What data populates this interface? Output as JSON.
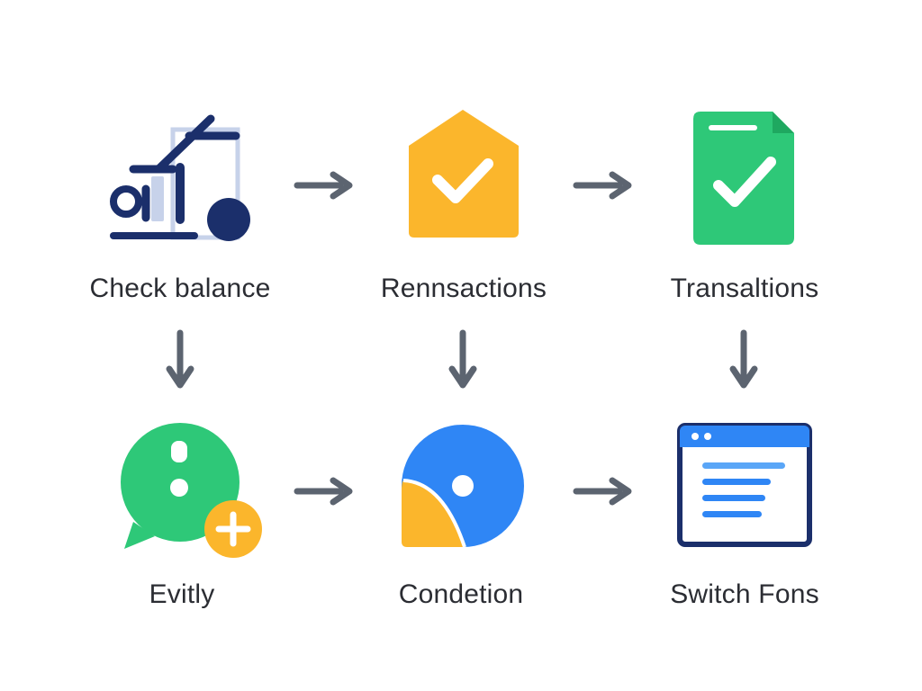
{
  "colors": {
    "navy": "#1b2f6b",
    "navy_light": "#c7d2ea",
    "amber": "#fbb62c",
    "green": "#2ec878",
    "blue": "#2f86f5",
    "arrow": "#5c6470",
    "label": "#2b2d33",
    "white": "#ffffff"
  },
  "diagram": {
    "nodes": [
      {
        "id": "check-balance",
        "label": "Check balance",
        "icon": "balance-chart-icon"
      },
      {
        "id": "rennsactions",
        "label": "Rennsactions",
        "icon": "envelope-check-icon"
      },
      {
        "id": "transaltions",
        "label": "Transaltions",
        "icon": "document-check-icon"
      },
      {
        "id": "evitly",
        "label": "Evitly",
        "icon": "chat-plus-icon"
      },
      {
        "id": "condetion",
        "label": "Condetion",
        "icon": "circle-wedge-icon"
      },
      {
        "id": "switch-fons",
        "label": "Switch Fons",
        "icon": "browser-window-icon"
      }
    ],
    "edges": [
      {
        "from": "check-balance",
        "to": "rennsactions"
      },
      {
        "from": "rennsactions",
        "to": "transaltions"
      },
      {
        "from": "check-balance",
        "to": "evitly"
      },
      {
        "from": "rennsactions",
        "to": "condetion"
      },
      {
        "from": "transaltions",
        "to": "switch-fons"
      },
      {
        "from": "evitly",
        "to": "condetion"
      },
      {
        "from": "condetion",
        "to": "switch-fons"
      }
    ]
  }
}
